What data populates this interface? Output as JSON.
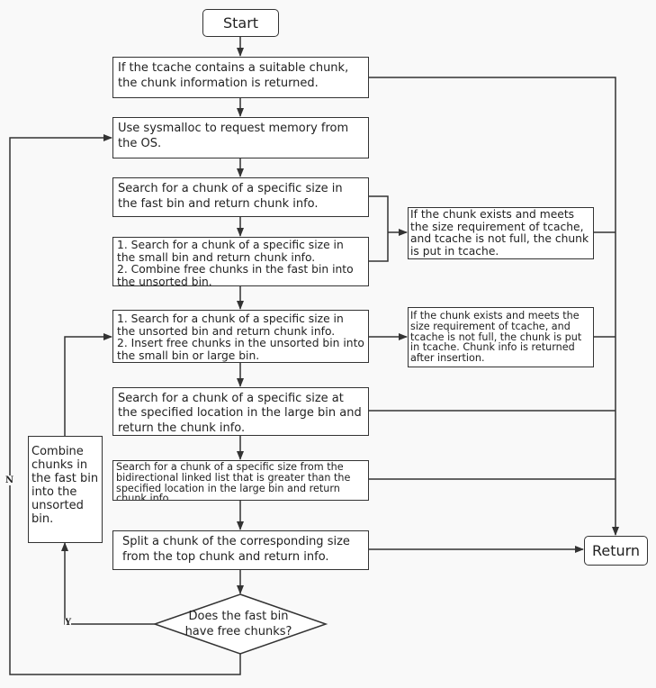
{
  "start": "Start",
  "return": "Return",
  "steps": {
    "tcache": "If the tcache contains a suitable chunk, the chunk information is returned.",
    "sysmalloc": "Use sysmalloc to request memory from the OS.",
    "fast_bin": "Search for a chunk of a specific size in the fast bin and return chunk info.",
    "small_bin": "1. Search for a chunk of a specific size in the small bin and return chunk info.\n2. Combine free chunks in the fast bin into the unsorted bin.",
    "unsorted_bin": "1. Search for a chunk of a specific size in the unsorted bin and return chunk info.\n2. Insert free chunks in the unsorted bin into the small bin or large bin.",
    "large_bin": "Search for a chunk of a specific size at the specified location in the large bin and return the chunk info.",
    "linked_list": "Search for a chunk of a specific size from the bidirectional linked list that is greater than the specified location in the large bin and return chunk info.",
    "top_chunk": "Split a chunk of the corresponding size from the top chunk and return info.",
    "combine": "Combine chunks in the fast bin into the unsorted bin.",
    "tcache_put_1": "If the chunk exists and meets the size requirement of tcache, and tcache is not full, the chunk is put in tcache.",
    "tcache_put_2": "If the chunk exists and meets the size requirement of tcache, and tcache is not full, the chunk is put in tcache. Chunk info is returned after insertion."
  },
  "decision": {
    "question": "Does the fast bin have free chunks?",
    "yes": "Y",
    "no": "N"
  }
}
